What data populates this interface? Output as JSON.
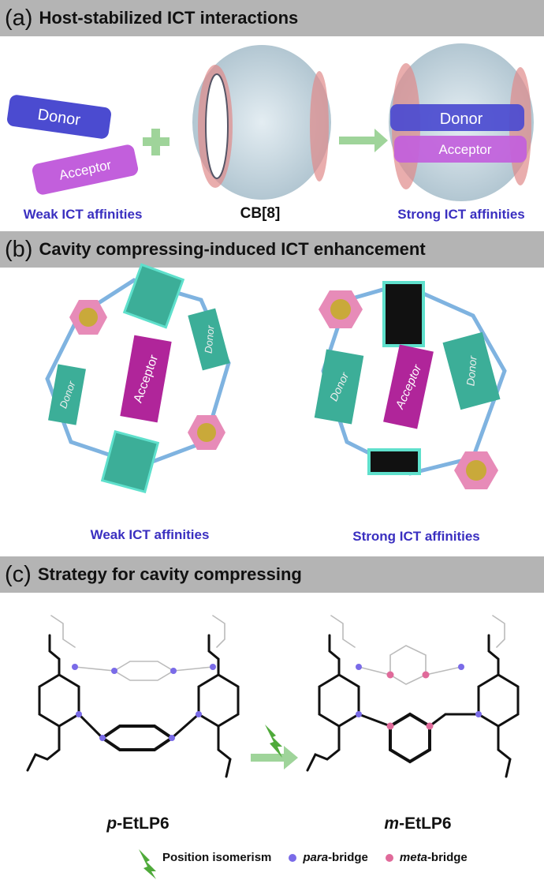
{
  "panels": [
    {
      "label": "(a)",
      "title": "Host-stabilized ICT interactions"
    },
    {
      "label": "(b)",
      "title": "Cavity compressing-induced ICT enhancement"
    },
    {
      "label": "(c)",
      "title": "Strategy for cavity compressing"
    }
  ],
  "panel_a": {
    "donor": "Donor",
    "acceptor": "Acceptor",
    "host": "CB[8]",
    "weak": "Weak ICT affinities",
    "strong": "Strong ICT affinities"
  },
  "panel_b": {
    "donor": "Donor",
    "acceptor": "Acceptor",
    "weak": "Weak ICT affinities",
    "strong": "Strong ICT affinities"
  },
  "panel_c": {
    "left_prefix": "p",
    "left_suffix": "-EtLP6",
    "right_prefix": "m",
    "right_suffix": "-EtLP6"
  },
  "legend": {
    "isomerism": "Position isomerism",
    "para_prefix": "para",
    "meta_prefix": "meta",
    "bridge_suffix": "-bridge"
  },
  "colors": {
    "header": "#b4b4b4",
    "caption": "#3a2fc0",
    "donor": "#4b4bd0",
    "acceptor": "#c25fdc",
    "teal": "#3cae98",
    "magenta": "#b0259a",
    "para_dot": "#7a6be8",
    "meta_dot": "#e06a9a",
    "arrow": "#9fd49a"
  }
}
